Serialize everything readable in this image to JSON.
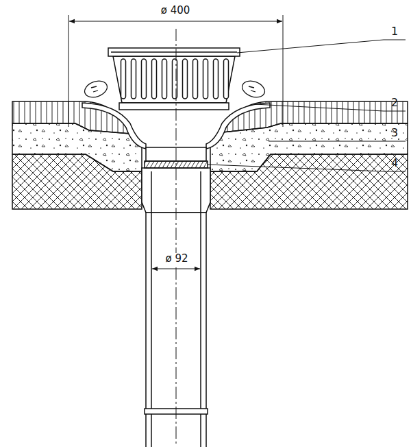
{
  "diagram": {
    "labels": [
      "ø 400",
      "1",
      "2",
      "3",
      "4",
      "ø 92"
    ]
  }
}
